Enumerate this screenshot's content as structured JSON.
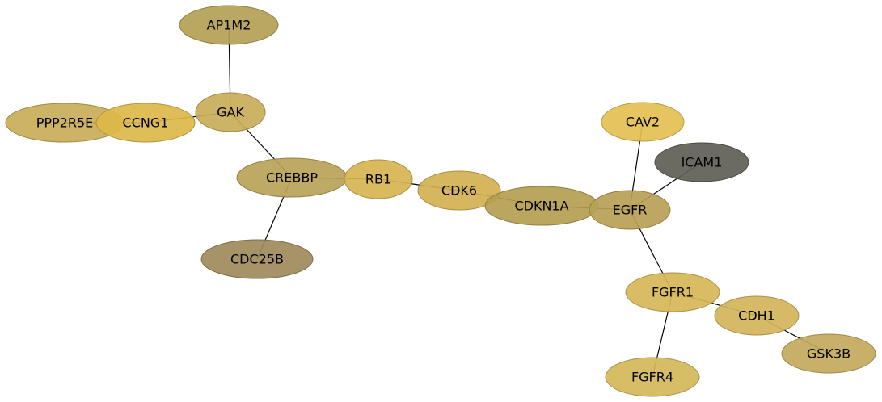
{
  "network": {
    "nodes": [
      {
        "id": "AP1M2",
        "label": "AP1M2",
        "color": "#b39f55"
      },
      {
        "id": "GAK",
        "label": "GAK",
        "color": "#c9ad58"
      },
      {
        "id": "PPP2R5E",
        "label": "PPP2R5E",
        "color": "#c9ad58"
      },
      {
        "id": "CCNG1",
        "label": "CCNG1",
        "color": "#ddb849"
      },
      {
        "id": "CREBBP",
        "label": "CREBBP",
        "color": "#b9a258"
      },
      {
        "id": "RB1",
        "label": "RB1",
        "color": "#d7b451"
      },
      {
        "id": "CDK6",
        "label": "CDK6",
        "color": "#d3b153"
      },
      {
        "id": "CDKN1A",
        "label": "CDKN1A",
        "color": "#b59e53"
      },
      {
        "id": "EGFR",
        "label": "EGFR",
        "color": "#b8a056"
      },
      {
        "id": "CAV2",
        "label": "CAV2",
        "color": "#e4c052"
      },
      {
        "id": "ICAM1",
        "label": "ICAM1",
        "color": "#5f5e55"
      },
      {
        "id": "CDC25B",
        "label": "CDC25B",
        "color": "#9e8a5a"
      },
      {
        "id": "FGFR1",
        "label": "FGFR1",
        "color": "#d6b657"
      },
      {
        "id": "CDH1",
        "label": "CDH1",
        "color": "#d4b45a"
      },
      {
        "id": "GSK3B",
        "label": "GSK3B",
        "color": "#c3a95d"
      },
      {
        "id": "FGFR4",
        "label": "FGFR4",
        "color": "#d5b75a"
      }
    ],
    "edges": [
      {
        "source": "AP1M2",
        "target": "GAK"
      },
      {
        "source": "GAK",
        "target": "CCNG1"
      },
      {
        "source": "GAK",
        "target": "CREBBP"
      },
      {
        "source": "PPP2R5E",
        "target": "CCNG1"
      },
      {
        "source": "CREBBP",
        "target": "RB1"
      },
      {
        "source": "CREBBP",
        "target": "CDC25B"
      },
      {
        "source": "RB1",
        "target": "CDK6"
      },
      {
        "source": "CDK6",
        "target": "CDKN1A"
      },
      {
        "source": "CDKN1A",
        "target": "EGFR"
      },
      {
        "source": "EGFR",
        "target": "CAV2"
      },
      {
        "source": "EGFR",
        "target": "ICAM1"
      },
      {
        "source": "EGFR",
        "target": "FGFR1"
      },
      {
        "source": "FGFR1",
        "target": "CDH1"
      },
      {
        "source": "FGFR1",
        "target": "FGFR4"
      },
      {
        "source": "CDH1",
        "target": "GSK3B"
      }
    ]
  }
}
